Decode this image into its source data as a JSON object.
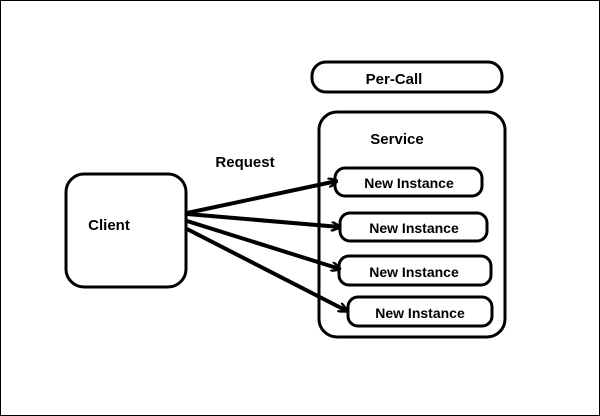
{
  "diagram": {
    "header_label": "Per-Call",
    "service_label": "Service",
    "request_label": "Request",
    "client_label": "Client",
    "instances": [
      {
        "label": "New Instance"
      },
      {
        "label": "New Instance"
      },
      {
        "label": "New Instance"
      },
      {
        "label": "New Instance"
      }
    ]
  }
}
